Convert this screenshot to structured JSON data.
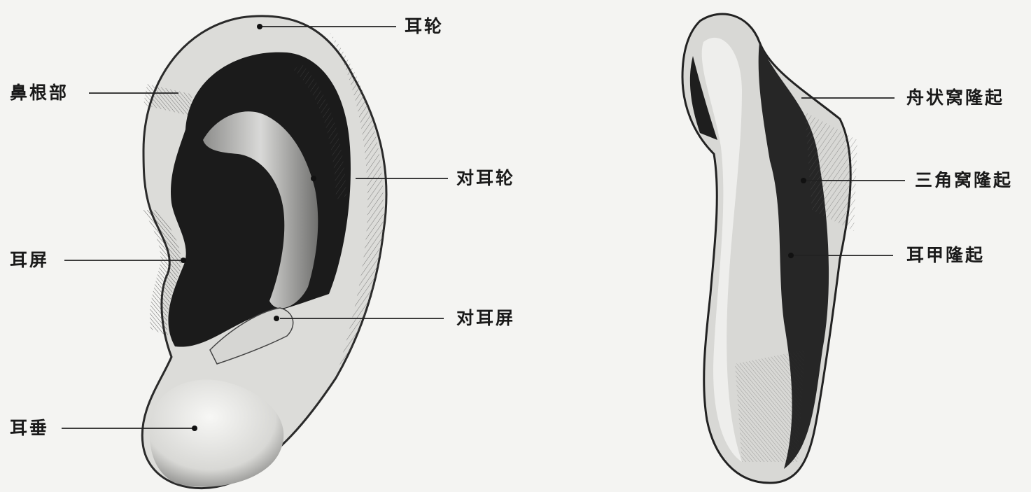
{
  "front_view": {
    "labels": {
      "helix": "耳轮",
      "root": "鼻根部",
      "antihelix": "对耳轮",
      "tragus": "耳屏",
      "antitragus": "对耳屏",
      "lobe": "耳垂"
    }
  },
  "back_view": {
    "labels": {
      "scapha_eminence": "舟状窝隆起",
      "triangular_eminence": "三角窝隆起",
      "concha_eminence": "耳甲隆起"
    }
  }
}
